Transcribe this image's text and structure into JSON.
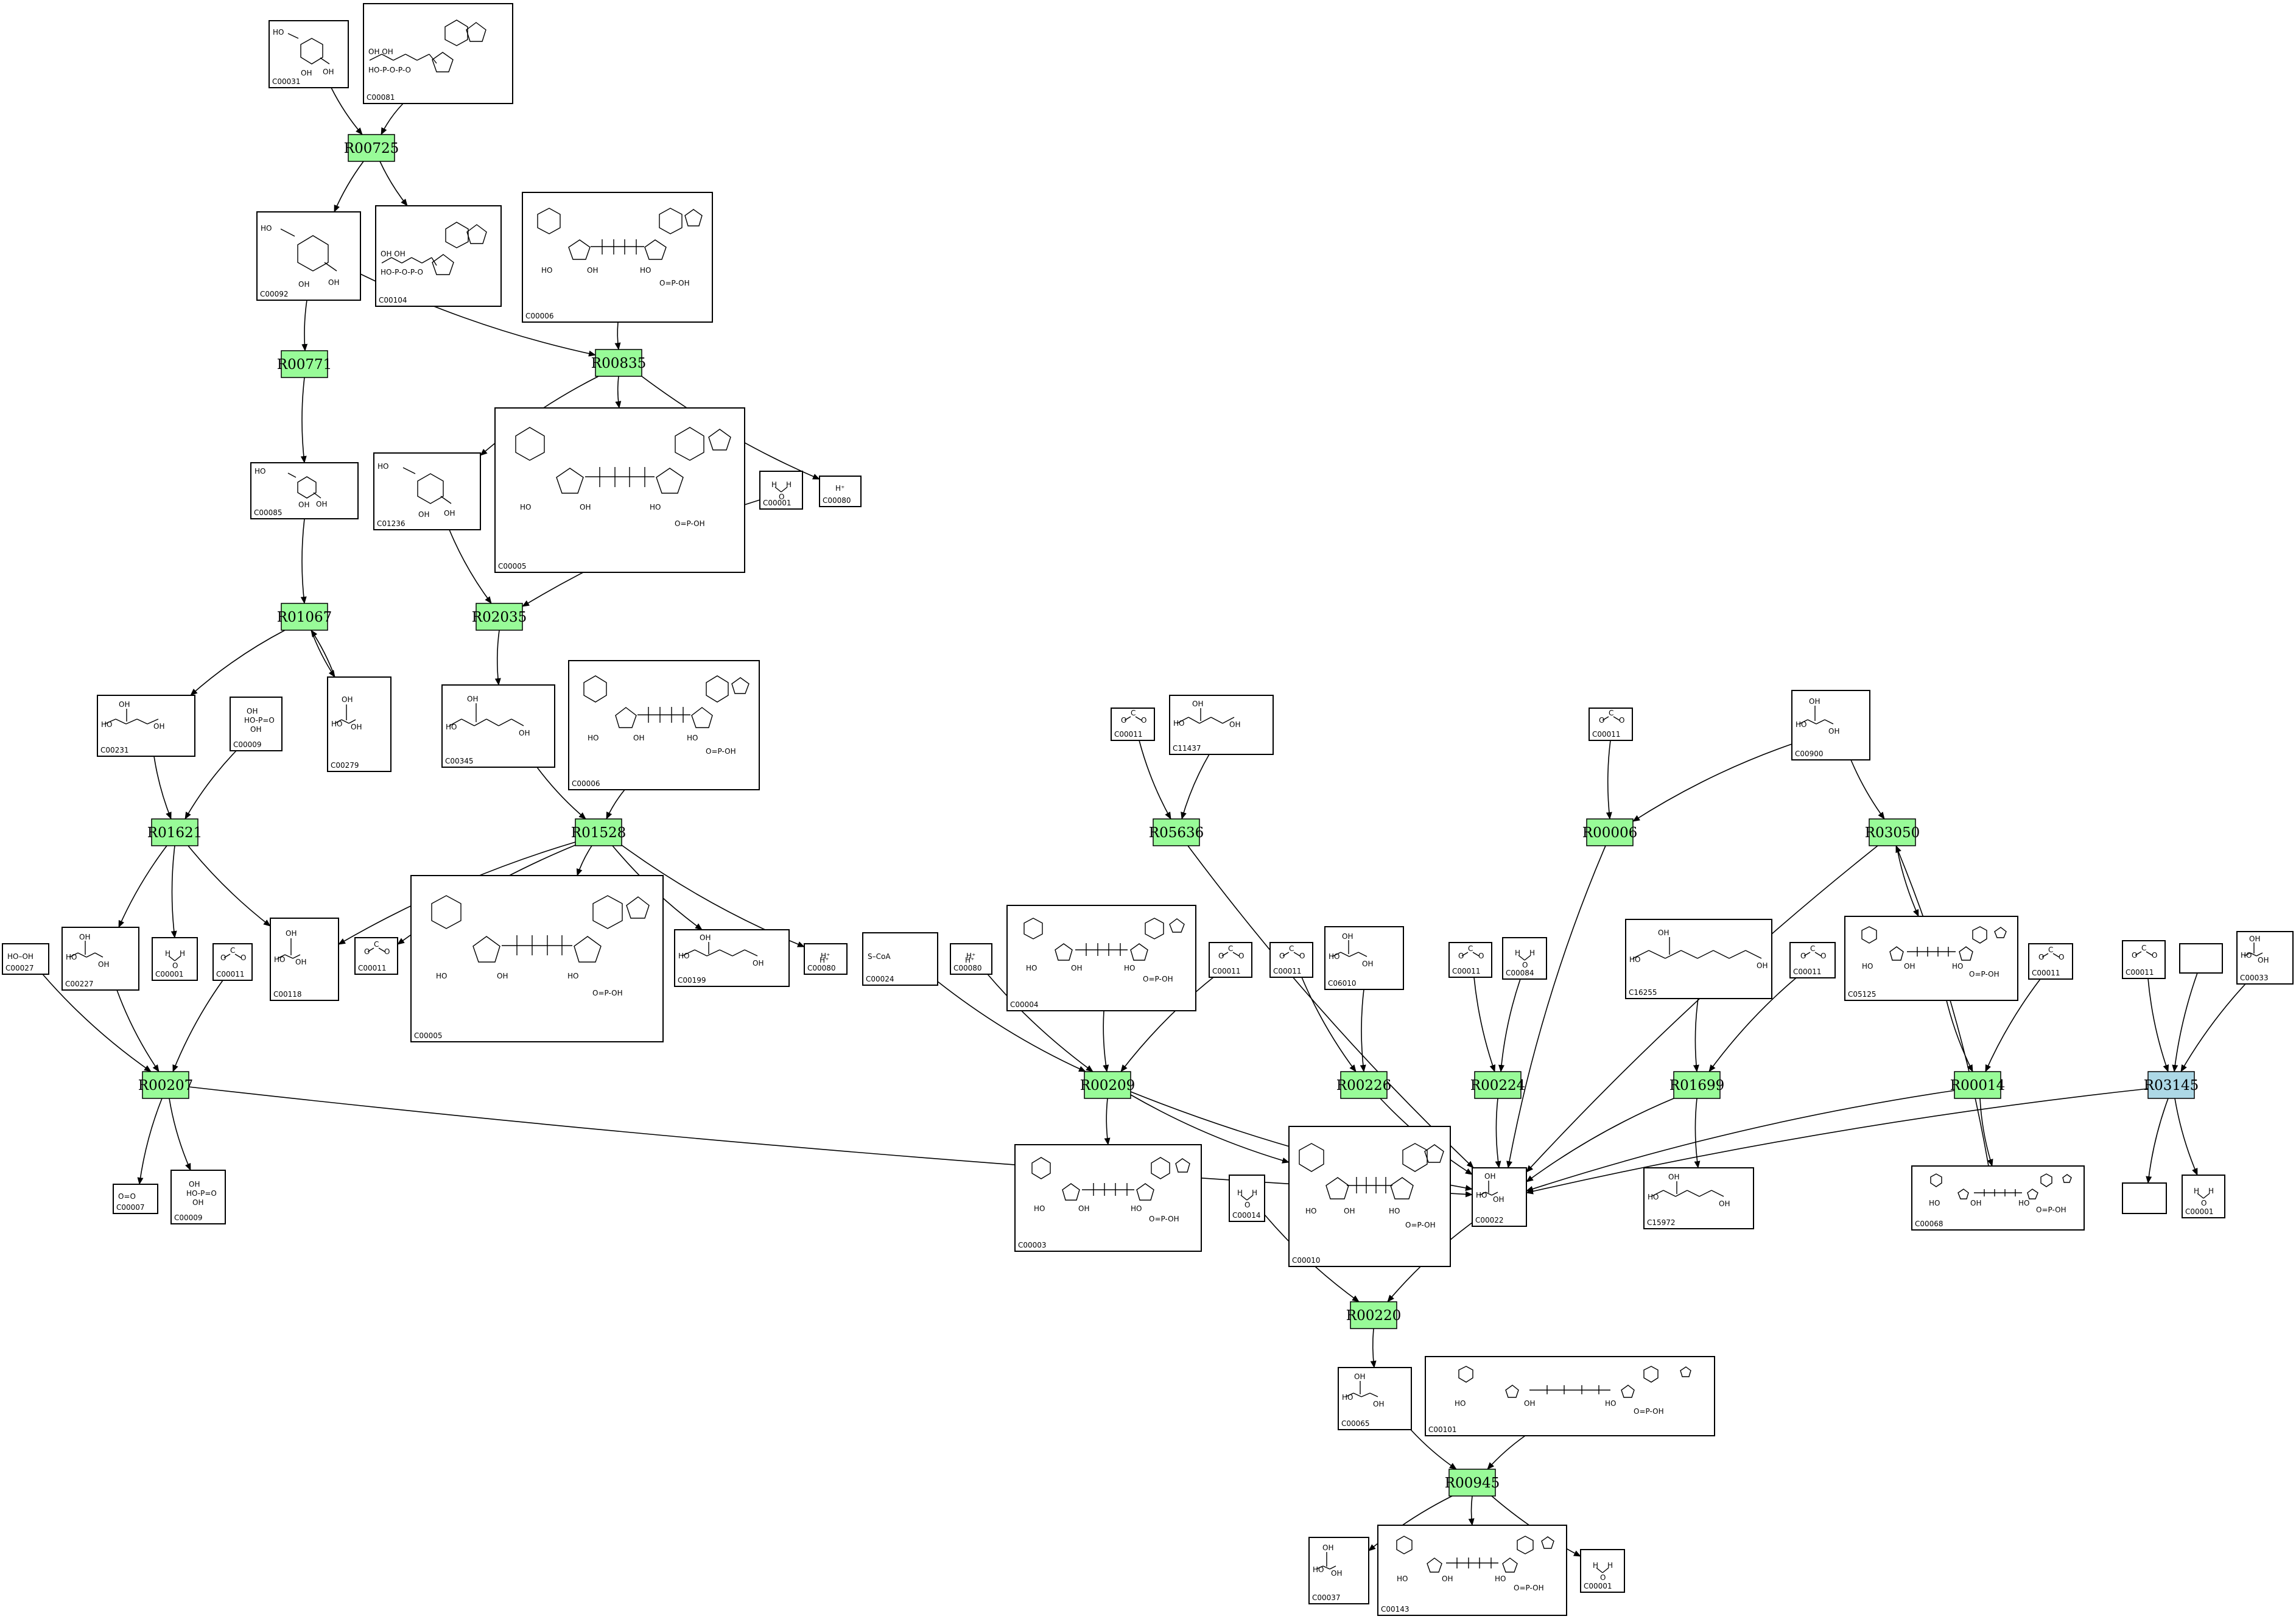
{
  "colors": {
    "reaction": "#98fb98",
    "reaction_highlight": "#add8e6",
    "edge": "#000000",
    "compound_border": "#000000"
  },
  "reactions": [
    {
      "id": "R00725"
    },
    {
      "id": "R00771"
    },
    {
      "id": "R00835"
    },
    {
      "id": "R01067"
    },
    {
      "id": "R02035"
    },
    {
      "id": "R01621"
    },
    {
      "id": "R01528"
    },
    {
      "id": "R05636"
    },
    {
      "id": "R00006"
    },
    {
      "id": "R03050"
    },
    {
      "id": "R00207"
    },
    {
      "id": "R00209"
    },
    {
      "id": "R00226"
    },
    {
      "id": "R00224"
    },
    {
      "id": "R01699"
    },
    {
      "id": "R00014"
    },
    {
      "id": "R03145",
      "highlight": true
    },
    {
      "id": "R00220"
    },
    {
      "id": "R00945"
    }
  ],
  "compounds": [
    {
      "id": "C00031"
    },
    {
      "id": "C00081"
    },
    {
      "id": "C00092"
    },
    {
      "id": "C00104"
    },
    {
      "id": "C00006"
    },
    {
      "id": "C00085"
    },
    {
      "id": "C01236"
    },
    {
      "id": "C00005"
    },
    {
      "id": "C00001"
    },
    {
      "id": "C00080"
    },
    {
      "id": "C00231"
    },
    {
      "id": "C00009"
    },
    {
      "id": "C00279"
    },
    {
      "id": "C00345"
    },
    {
      "id": "C00006"
    },
    {
      "id": "C00011"
    },
    {
      "id": "C11437"
    },
    {
      "id": "C00011"
    },
    {
      "id": "C00900"
    },
    {
      "id": "C00027",
      "formula": "HO–OH"
    },
    {
      "id": "C00227"
    },
    {
      "id": "C00001"
    },
    {
      "id": "C00011"
    },
    {
      "id": "C00118"
    },
    {
      "id": "C00011"
    },
    {
      "id": "C00005"
    },
    {
      "id": "C00199"
    },
    {
      "id": "C00080",
      "formula": "H⁺"
    },
    {
      "id": "C00024",
      "formula": "S–CoA"
    },
    {
      "id": "C00080",
      "formula": "H⁺"
    },
    {
      "id": "C00004"
    },
    {
      "id": "C00011"
    },
    {
      "id": "C00011"
    },
    {
      "id": "C06010"
    },
    {
      "id": "C00011"
    },
    {
      "id": "C00084"
    },
    {
      "id": "C16255"
    },
    {
      "id": "C00011"
    },
    {
      "id": "C05125"
    },
    {
      "id": "C00011"
    },
    {
      "id": "C00011"
    },
    {
      "id": ""
    },
    {
      "id": "C00033"
    },
    {
      "id": "C00007",
      "formula": "O=O"
    },
    {
      "id": "C00009"
    },
    {
      "id": "C00003"
    },
    {
      "id": "C00010"
    },
    {
      "id": "C00014"
    },
    {
      "id": "C00022"
    },
    {
      "id": "C15972"
    },
    {
      "id": "C00068"
    },
    {
      "id": ""
    },
    {
      "id": "C00001"
    },
    {
      "id": "C00065"
    },
    {
      "id": "C00101"
    },
    {
      "id": "C00037"
    },
    {
      "id": "C00143"
    },
    {
      "id": "C00001"
    }
  ]
}
